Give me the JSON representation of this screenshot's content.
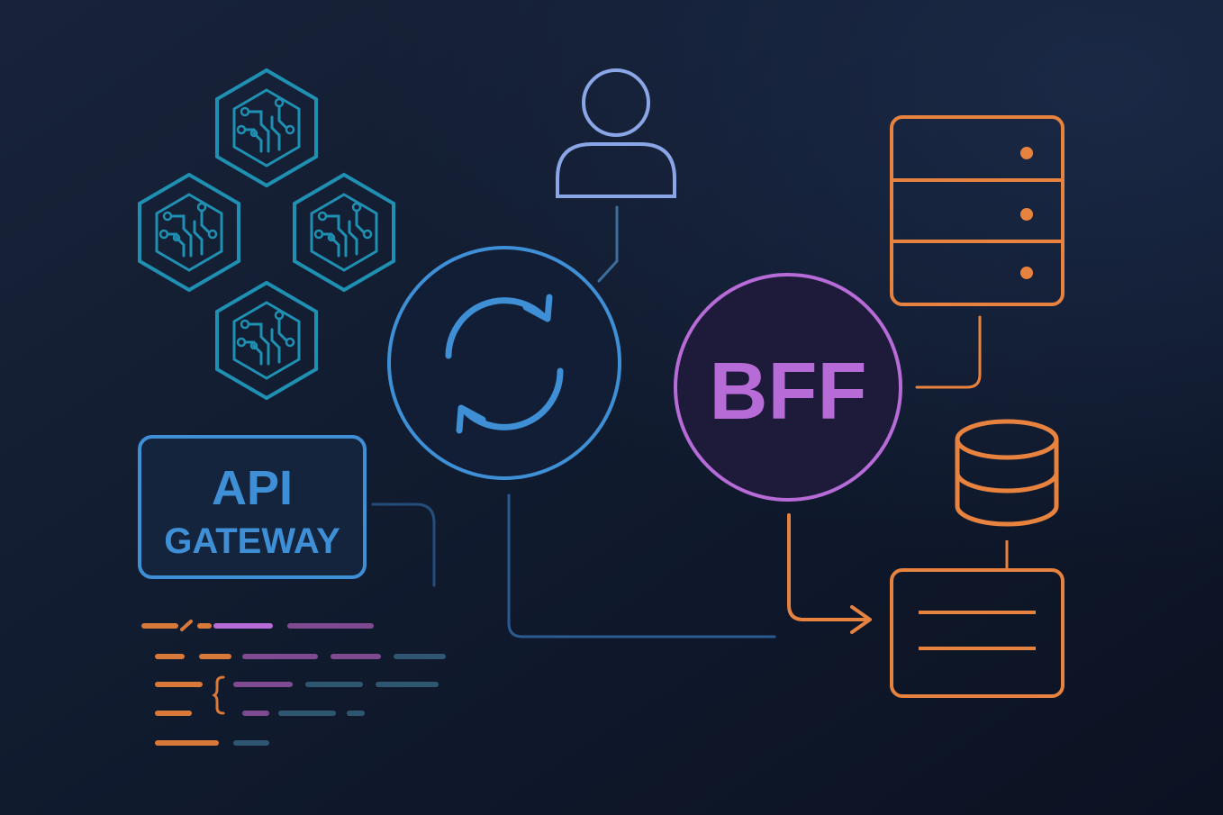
{
  "colors": {
    "background_top": "#18233a",
    "background_mid": "#101a2d",
    "background_bottom": "#0b1222",
    "teal": "#1f8fb2",
    "blue": "#3f8fd6",
    "blue_soft": "#6d8fd1",
    "person": "#8aa6e6",
    "purple": "#b66bd6",
    "orange": "#e8833f",
    "connector_blue": "#2a5a8f",
    "code_orange": "#d8793a",
    "code_purple": "#7f4a8f",
    "code_slate": "#2e5670"
  },
  "nodes": {
    "api_gateway": {
      "line1": "API",
      "line2": "GATEWAY"
    },
    "bff": {
      "label": "BFF"
    }
  },
  "icons": {
    "microservices": "hexagon-circuit-icon",
    "user": "user-icon",
    "sync": "sync-icon",
    "server": "server-rack-icon",
    "database": "database-icon",
    "list_panel": "list-panel-icon",
    "code": "code-lines-icon"
  }
}
